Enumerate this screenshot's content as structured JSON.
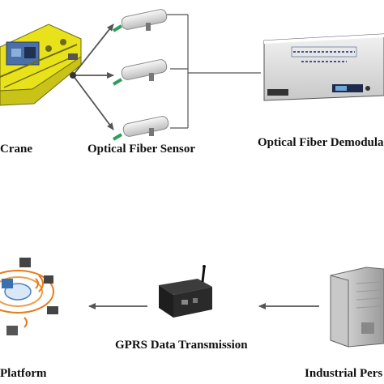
{
  "labels": {
    "crane": "Crane",
    "sensor": "Optical Fiber Sensor",
    "demodulator": "Optical Fiber Demodula",
    "platform": "Platform",
    "gprs": "GPRS Data Transmission",
    "pc": "Industrial Pers"
  },
  "colors": {
    "crane_body": "#e8e21a",
    "crane_dark": "#6e6a14",
    "sensor_body": "#e6e6e6",
    "sensor_connector": "#2e9e5a",
    "demodulator_panel": "#3e5a8a",
    "line": "#555555"
  },
  "icons": [
    "crane-illustration",
    "fiber-sensor-icon",
    "demodulator-device",
    "wireless-network-icon",
    "gprs-module-icon",
    "industrial-pc-icon"
  ]
}
